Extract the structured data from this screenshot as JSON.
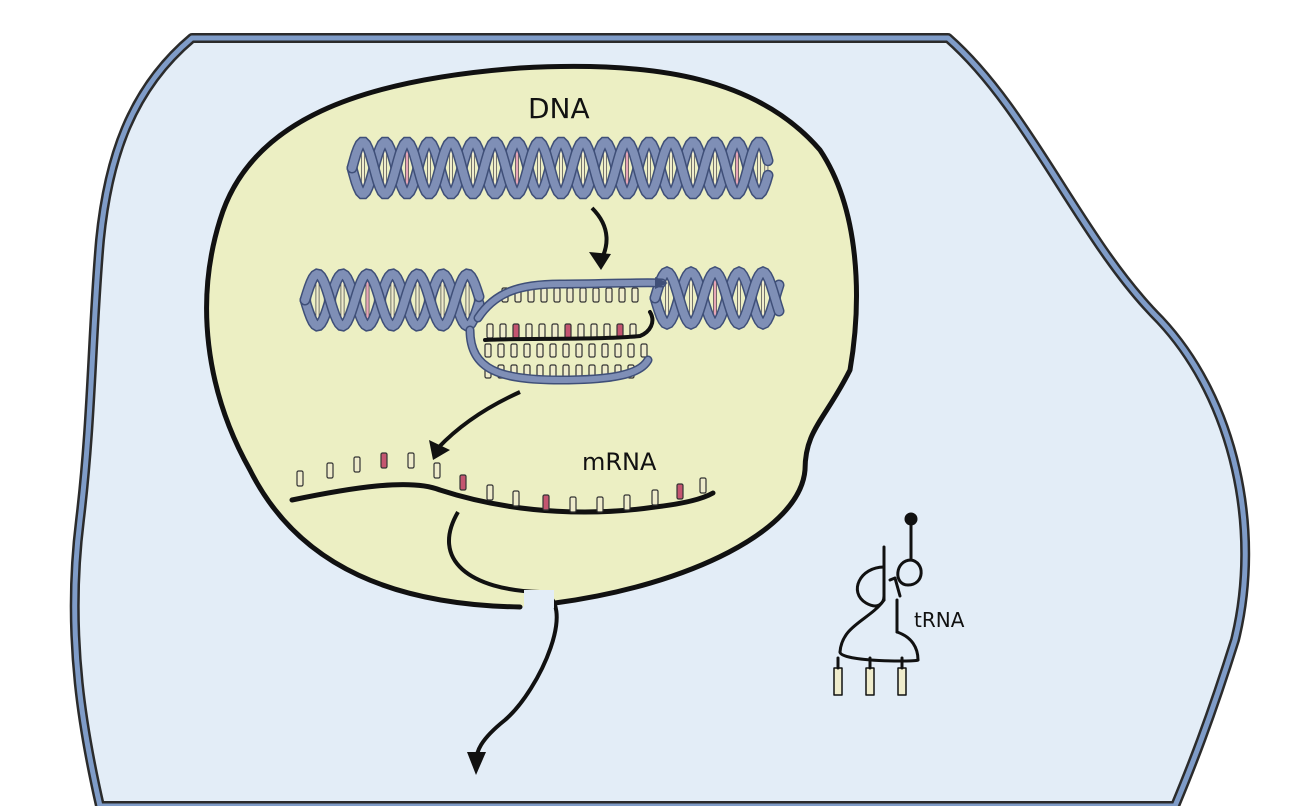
{
  "labels": {
    "dna": "DNA",
    "mrna": "mRNA",
    "trna": "tRNA"
  },
  "colors": {
    "background": "#ffffff",
    "cytoplasm": "#e3edf7",
    "membrane_outer": "#2b2b2b",
    "membrane_fill": "#7f9cc8",
    "nucleus": "#ecefc3",
    "dna_backbone": "#7f8fb6",
    "base_light": "#efeccc",
    "base_pink": "#e7a5b6",
    "base_red": "#c45570",
    "line": "#111111"
  },
  "icons": {
    "dna_helix": "double-helix-icon",
    "transcription_bubble": "transcription-bubble-icon",
    "mrna_strand": "mrna-strand-icon",
    "trna": "trna-icon"
  }
}
